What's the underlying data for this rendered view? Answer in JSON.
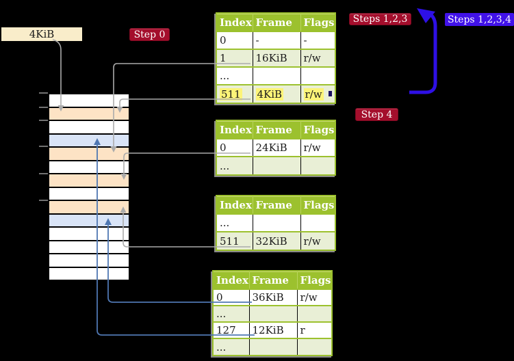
{
  "labels": {
    "frame_size": "4KiB"
  },
  "badges": {
    "step0": "Step 0",
    "steps123": "Steps 1,2,3",
    "steps1234": "Steps 1,2,3,4",
    "step4": "Step 4"
  },
  "colors": {
    "background": "#000000",
    "header_green": "#9cc12e",
    "row_green": "#e9efd6",
    "row_white": "#ffffff",
    "memory_table_frame_orange": "#fde3c5",
    "memory_page_frame_blue": "#d9e4f7",
    "highlight_yellow": "#fcf478",
    "badge_red": "#a40e2c",
    "badge_blue": "#4112e9",
    "label_beige": "#f9edca",
    "arrow_gray": "#ababab",
    "arrow_steelblue": "#4f77b2",
    "arrow_thick_blue": "#2e10e6"
  },
  "memory": {
    "rows": [
      {
        "type": "plain"
      },
      {
        "type": "table"
      },
      {
        "type": "plain"
      },
      {
        "type": "page"
      },
      {
        "type": "table"
      },
      {
        "type": "plain"
      },
      {
        "type": "table"
      },
      {
        "type": "plain"
      },
      {
        "type": "table"
      },
      {
        "type": "page"
      },
      {
        "type": "plain"
      },
      {
        "type": "plain"
      },
      {
        "type": "plain"
      },
      {
        "type": "plain"
      }
    ]
  },
  "tables": [
    {
      "name": "page-table-level-4",
      "headers": [
        "Index",
        "Frame",
        "Flags"
      ],
      "rows": [
        {
          "cells": [
            "0",
            "-",
            "-"
          ],
          "shade": false,
          "highlight": false,
          "link": null
        },
        {
          "cells": [
            "1",
            "16KiB",
            "r/w"
          ],
          "shade": true,
          "highlight": false,
          "link": "gray"
        },
        {
          "cells": [
            "...",
            "",
            ""
          ],
          "shade": false,
          "highlight": false,
          "link": null
        },
        {
          "cells": [
            "511",
            "4KiB",
            "r/w"
          ],
          "shade": true,
          "highlight": true,
          "link": "gray"
        }
      ]
    },
    {
      "name": "page-table-level-3",
      "headers": [
        "Index",
        "Frame",
        "Flags"
      ],
      "rows": [
        {
          "cells": [
            "0",
            "24KiB",
            "r/w"
          ],
          "shade": false,
          "highlight": false,
          "link": "gray"
        },
        {
          "cells": [
            "...",
            "",
            ""
          ],
          "shade": true,
          "highlight": false,
          "link": null
        }
      ]
    },
    {
      "name": "page-table-level-2",
      "headers": [
        "Index",
        "Frame",
        "Flags"
      ],
      "rows": [
        {
          "cells": [
            "...",
            "",
            ""
          ],
          "shade": false,
          "highlight": false,
          "link": null
        },
        {
          "cells": [
            "511",
            "32KiB",
            "r/w"
          ],
          "shade": true,
          "highlight": false,
          "link": "gray"
        }
      ]
    },
    {
      "name": "page-table-level-1",
      "headers": [
        "Index",
        "Frame",
        "Flags"
      ],
      "rows": [
        {
          "cells": [
            "0",
            "36KiB",
            "r/w"
          ],
          "shade": false,
          "highlight": false,
          "link": "blue"
        },
        {
          "cells": [
            "...",
            "",
            ""
          ],
          "shade": true,
          "highlight": false,
          "link": null
        },
        {
          "cells": [
            "127",
            "12KiB",
            "r"
          ],
          "shade": false,
          "highlight": false,
          "link": "blue"
        },
        {
          "cells": [
            "...",
            "",
            ""
          ],
          "shade": true,
          "highlight": false,
          "link": null
        }
      ]
    }
  ],
  "arrows": [
    {
      "from": "4KiB-label",
      "to": "memory-frame-4KiB",
      "style": "gray"
    },
    {
      "from": "level-4 row 1 (16KiB)",
      "to": "memory-frame-16KiB",
      "style": "gray"
    },
    {
      "from": "level-4 row 511 (4KiB)",
      "to": "memory-frame-4KiB",
      "style": "gray"
    },
    {
      "from": "level-3 row 0 (24KiB)",
      "to": "memory-frame-24KiB",
      "style": "gray"
    },
    {
      "from": "level-2 row 511 (32KiB)",
      "to": "memory-frame-32KiB",
      "style": "gray"
    },
    {
      "from": "level-1 row 0 (36KiB)",
      "to": "memory-frame-36KiB",
      "style": "steelblue"
    },
    {
      "from": "level-1 row 127 (12KiB)",
      "to": "memory-frame-12KiB",
      "style": "steelblue"
    },
    {
      "from": "level-1 table area",
      "to": "steps-1-2-3 badge",
      "style": "thick-blue"
    }
  ]
}
